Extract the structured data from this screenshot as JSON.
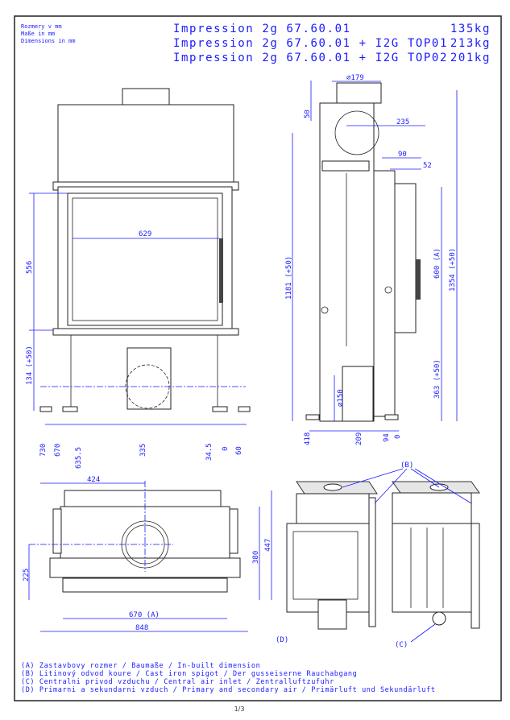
{
  "header": {
    "units": [
      "Rozmery v mm",
      "Maße in mm",
      "Dimensions in mm"
    ],
    "models": [
      {
        "name": "Impression  2g 67.60.01",
        "weight": "135kg"
      },
      {
        "name": "Impression  2g 67.60.01 + I2G TOP01",
        "weight": "213kg"
      },
      {
        "name": "Impression  2g 67.60.01 + I2G TOP02",
        "weight": "201kg"
      }
    ]
  },
  "front_view": {
    "width_glass": "629",
    "height_glass": "556",
    "bottom_height": "134 (+50)",
    "bottom_dims": [
      "730",
      "670",
      "635.5",
      "335",
      "34.5",
      "0",
      "60"
    ]
  },
  "side_view": {
    "flue_diameter": "∅179",
    "flue_height": "50",
    "dim_235": "235",
    "dim_90": "90",
    "dim_52": "52",
    "height_total": "1181 (+50)",
    "height_a": "600 (A)",
    "height_1354": "1354 (+50)",
    "height_363": "363 (+50)",
    "air_diameter": "∅150",
    "bottom_dims": [
      "418",
      "209",
      "94",
      "0"
    ]
  },
  "top_view": {
    "dim_424": "424",
    "dim_225": "225",
    "dim_380": "380",
    "dim_447": "447",
    "dim_670": "670 (A)",
    "dim_848": "848"
  },
  "iso_labels": {
    "b": "(B)",
    "c": "(C)",
    "d": "(D)"
  },
  "legend": [
    "(A)  Zastavbovy rozmer / Baumaße / In-built dimension",
    "(B)  Litinový odvod koure / Cast iron spigot / Der gusseiserne Rauchabgang",
    "(C)  Centralni privod vzduchu / Central air inlet / Zentralluftzufuhr",
    "(D)  Primarni a sekundarni vzduch / Primary and secondary air / Primärluft und Sekundärluft"
  ],
  "page_number": "1/3",
  "colors": {
    "dimension": "#1a1aff",
    "outline": "#222222"
  }
}
